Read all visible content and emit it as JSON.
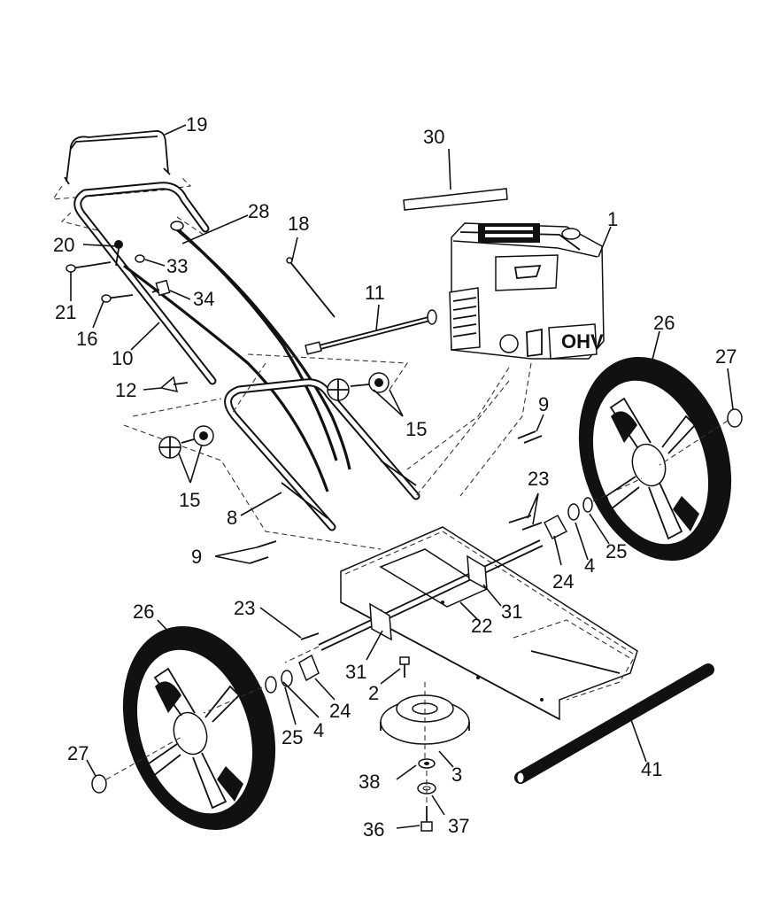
{
  "diagram": {
    "title": "Trimmer parts exploded view",
    "callouts": [
      {
        "id": "c19",
        "text": "19"
      },
      {
        "id": "c30",
        "text": "30"
      },
      {
        "id": "c1",
        "text": "1"
      },
      {
        "id": "c28",
        "text": "28"
      },
      {
        "id": "c18",
        "text": "18"
      },
      {
        "id": "c20",
        "text": "20"
      },
      {
        "id": "c33",
        "text": "33"
      },
      {
        "id": "c34",
        "text": "34"
      },
      {
        "id": "c21",
        "text": "21"
      },
      {
        "id": "c16",
        "text": "16"
      },
      {
        "id": "c10",
        "text": "10"
      },
      {
        "id": "c11",
        "text": "11"
      },
      {
        "id": "c26a",
        "text": "26"
      },
      {
        "id": "c27a",
        "text": "27"
      },
      {
        "id": "c12",
        "text": "12"
      },
      {
        "id": "c15a",
        "text": "15"
      },
      {
        "id": "c9a",
        "text": "9"
      },
      {
        "id": "c15b",
        "text": "15"
      },
      {
        "id": "c23a",
        "text": "23"
      },
      {
        "id": "c8",
        "text": "8"
      },
      {
        "id": "c9b",
        "text": "9"
      },
      {
        "id": "c24a",
        "text": "24"
      },
      {
        "id": "c4a",
        "text": "4"
      },
      {
        "id": "c25a",
        "text": "25"
      },
      {
        "id": "c31a",
        "text": "31"
      },
      {
        "id": "c22",
        "text": "22"
      },
      {
        "id": "c26b",
        "text": "26"
      },
      {
        "id": "c23b",
        "text": "23"
      },
      {
        "id": "c31b",
        "text": "31"
      },
      {
        "id": "c2",
        "text": "2"
      },
      {
        "id": "c24b",
        "text": "24"
      },
      {
        "id": "c25b",
        "text": "25"
      },
      {
        "id": "c4b",
        "text": "4"
      },
      {
        "id": "c27b",
        "text": "27"
      },
      {
        "id": "c3",
        "text": "3"
      },
      {
        "id": "c38",
        "text": "38"
      },
      {
        "id": "c41",
        "text": "41"
      },
      {
        "id": "c37",
        "text": "37"
      },
      {
        "id": "c36",
        "text": "36"
      }
    ],
    "engine_badge": "OHV"
  },
  "colors": {
    "ink": "#111111",
    "paper": "#ffffff"
  }
}
